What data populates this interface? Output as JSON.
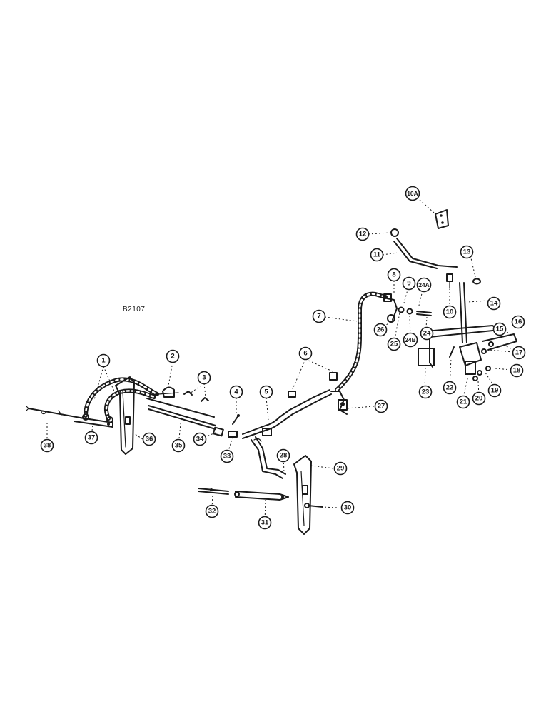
{
  "drawing_code": "B2107",
  "callouts": [
    "1",
    "2",
    "3",
    "4",
    "5",
    "6",
    "7",
    "8",
    "9",
    "10",
    "10A",
    "11",
    "12",
    "13",
    "14",
    "15",
    "16",
    "17",
    "18",
    "19",
    "20",
    "21",
    "22",
    "23",
    "24",
    "24A",
    "24B",
    "25",
    "26",
    "27",
    "28",
    "29",
    "30",
    "31",
    "32",
    "33",
    "34",
    "35",
    "36",
    "37",
    "38"
  ]
}
